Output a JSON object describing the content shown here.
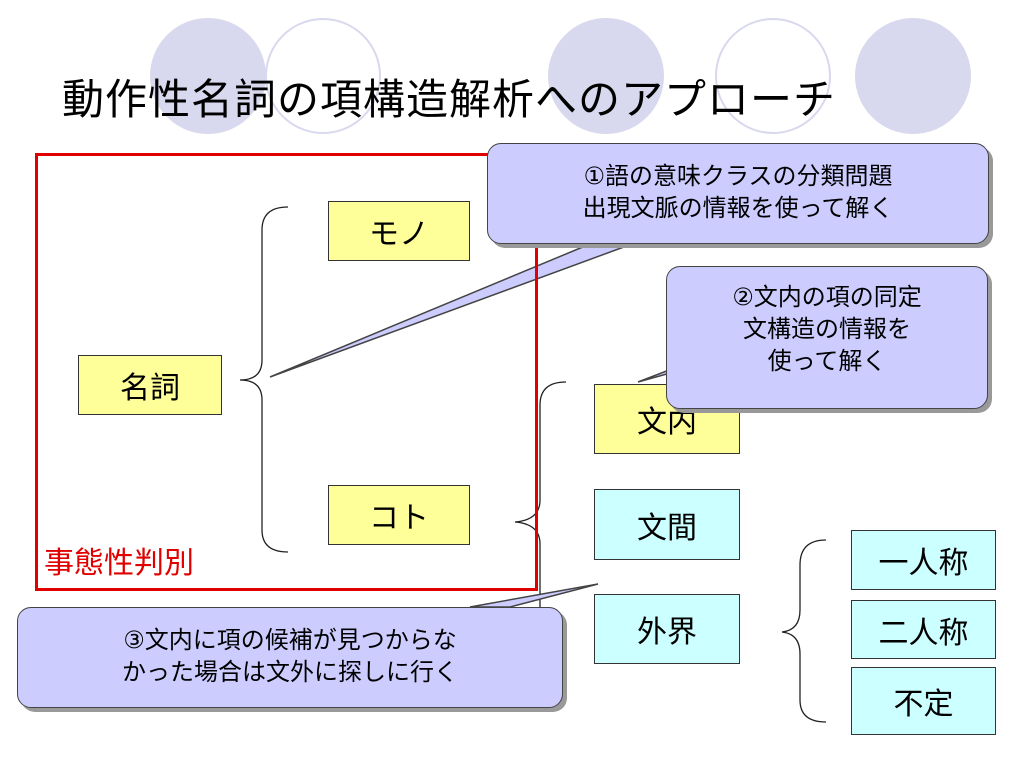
{
  "title": "動作性名詞の項構造解析へのアプローチ",
  "nodes": {
    "noun": "名詞",
    "mono": "モノ",
    "koto": "コト",
    "in_sentence": "文内",
    "between_sentence": "文間",
    "outside": "外界",
    "first_person": "一人称",
    "second_person": "二人称",
    "undetermined": "不定"
  },
  "region_label": "事態性判別",
  "callouts": {
    "c1": [
      "①語の意味クラスの分類問題",
      "出現文脈の情報を使って解く"
    ],
    "c2": [
      "②文内の項の同定",
      "文構造の情報を",
      "使って解く"
    ],
    "c3": [
      "③文内に項の候補が見つからな",
      "かった場合は文外に探しに行く"
    ]
  },
  "colors": {
    "yellow": "#ffff99",
    "cyan": "#ccffff",
    "callout": "#ccccff",
    "frame": "#e00000",
    "circle": "#d8d8ee"
  }
}
